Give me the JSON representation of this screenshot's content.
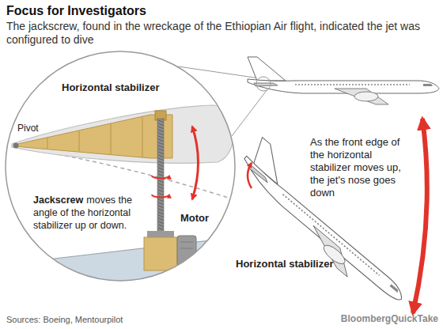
{
  "diagram": {
    "title": "Focus for Investigators",
    "nodes": [
      {
        "text": [
          "Horizontal stabilizer",
          "Pivot",
          "Jackscrew",
          "moves the angle of the horizontal stabilizer up or down.",
          "Motor"
        ]
      }
    ],
    "labels": [
      "The jackscrew, found in the wreckage of the Ethiopian Air flight, indicated the jet was configured to dive",
      "As the front edge of the horizontal stabilizer moves up, the jet's nose goes down",
      "Horizontal stabilizer",
      "Sources: Boeing, Mentourpilot",
      "BloombergQuickTake"
    ]
  }
}
